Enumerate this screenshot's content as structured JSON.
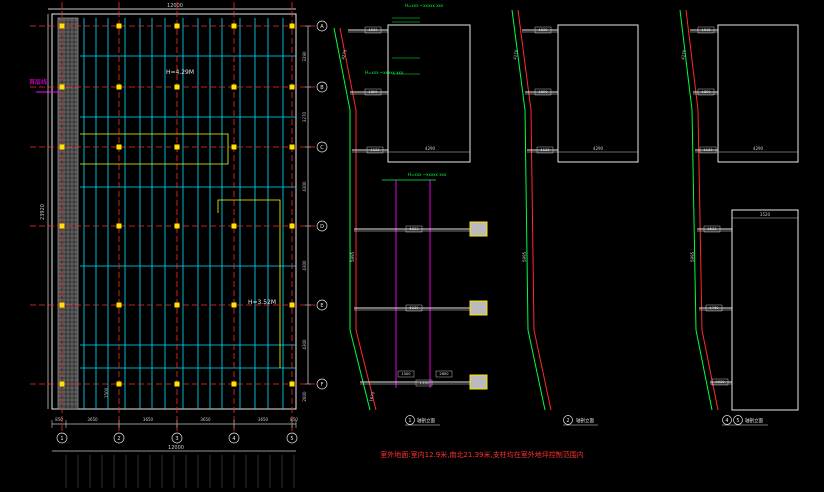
{
  "colors": {
    "background": "#000000",
    "axis": "#ff2a2a",
    "grid": "#00e5ff",
    "slab": "#e8e8e8",
    "dim": "#c8c8c8",
    "green": "#00ff3c",
    "magenta": "#ff00ff",
    "yellow": "#ffff00",
    "note": "#ff3030",
    "column": "#ffe400"
  },
  "plan": {
    "top_dimension": "12000",
    "bottom_dimension": "12000",
    "height_dimension": "23920",
    "bay_dimensions": [
      "850",
      "3650",
      "3650",
      "3650",
      "3650",
      "850"
    ],
    "left_offset_dim": "2300",
    "side_dims": [
      "3290",
      "3270",
      "4300",
      "4300",
      "4300",
      "2600"
    ],
    "grid_column_labels": [
      "1",
      "2",
      "3",
      "4",
      "5"
    ],
    "grid_row_labels": [
      "A",
      "B",
      "C",
      "D",
      "E",
      "F"
    ],
    "magenta_label": "首层线",
    "zone_label_1": "H=4.29M",
    "zone_label_2": "H=3.52M",
    "small_dim": "1500"
  },
  "sections": [
    {
      "title": "1",
      "subtitle": "轴剖立面",
      "tags": [
        "1630",
        "1890",
        "1133",
        "5833",
        "5230",
        "2600",
        "1500",
        "1570"
      ],
      "box_dim": "4290",
      "side_dims": [
        "4270",
        "5995",
        "1670"
      ],
      "notes": [
        "H=xxx ~xxxxx xxx",
        "H=xxx ~xxxxx xxx",
        "H=xxx ~xxxxx xxx"
      ]
    },
    {
      "title": "2",
      "subtitle": "轴剖立面",
      "tags": [
        "1630",
        "1890",
        "1133"
      ],
      "box_dim": "4290",
      "side_dims": [
        "4270",
        "5995"
      ]
    },
    {
      "title": "4",
      "title2": "5",
      "subtitle": "轴剖立面",
      "tags": [
        "1618",
        "1890",
        "1133",
        "2533",
        "1760",
        "2030"
      ],
      "box_dim": "4290",
      "box_dim2": "3520",
      "side_dims": [
        "4270",
        "5995"
      ]
    }
  ],
  "footer_note": "室外地面:室内12.9米,南北21.39米,支柱均在室外地坪控制范围内"
}
